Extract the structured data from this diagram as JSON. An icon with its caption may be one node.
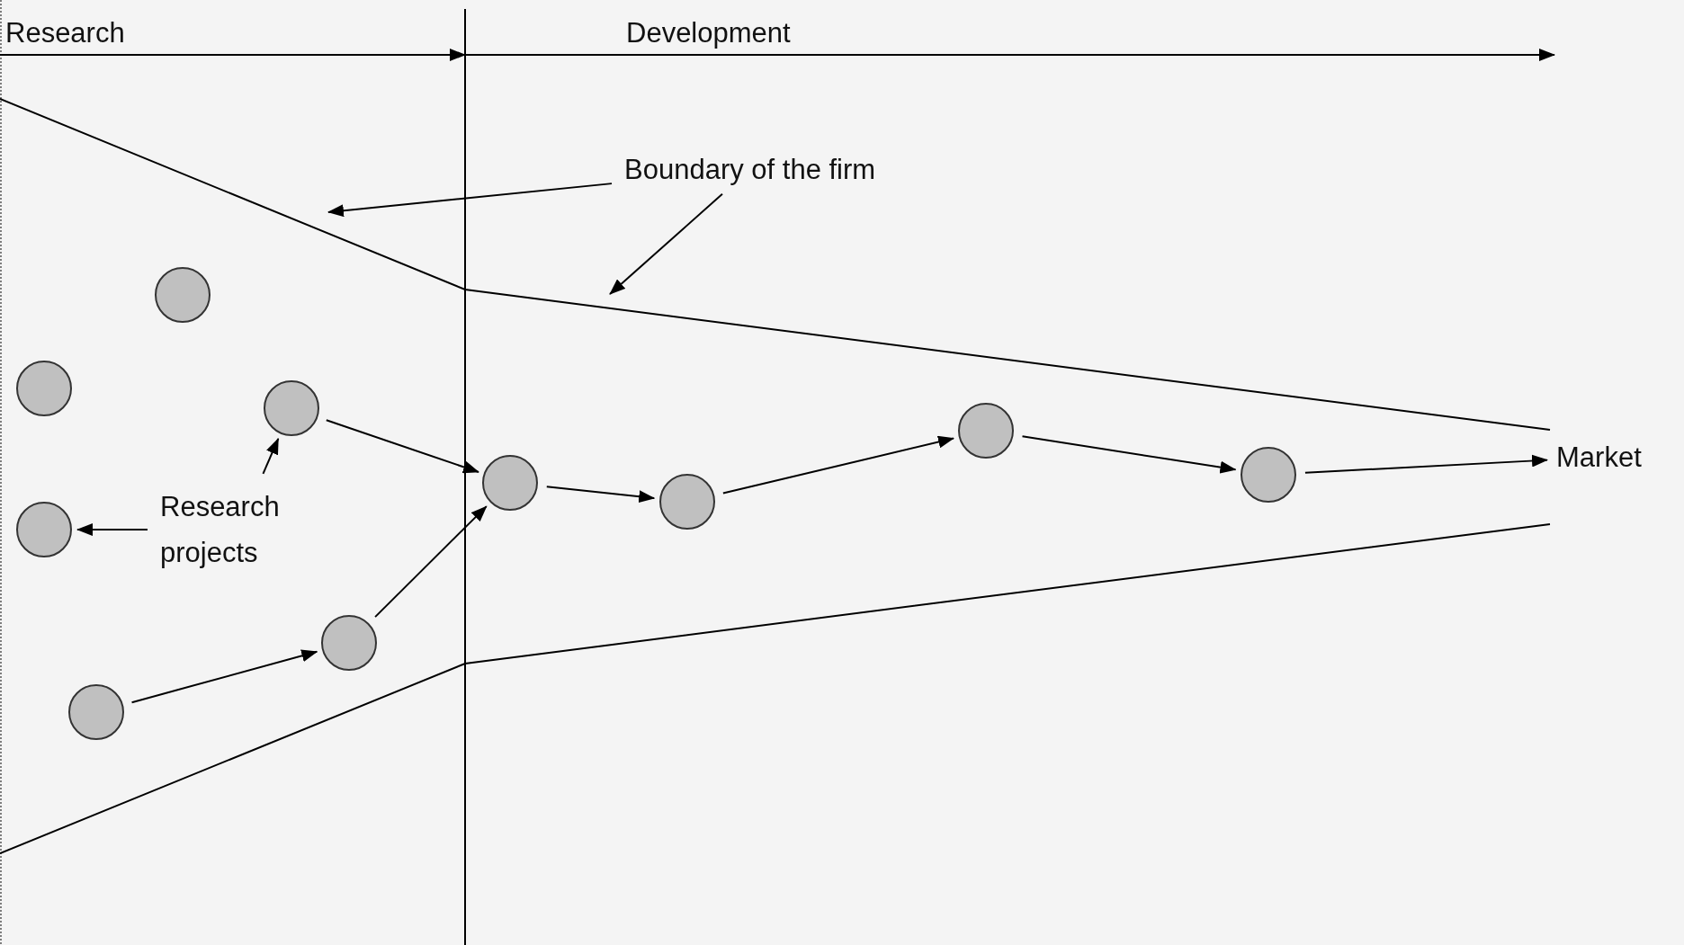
{
  "diagram": {
    "nodes": [
      {
        "text": [
          "Boundary of the firm"
        ]
      },
      {
        "text": [
          "Research projects"
        ]
      },
      {
        "text": [
          "Market"
        ]
      },
      {
        "text": [],
        "shape": "circle"
      },
      {
        "text": [],
        "shape": "circle"
      },
      {
        "text": [],
        "shape": "circle"
      },
      {
        "text": [],
        "shape": "circle"
      },
      {
        "text": [],
        "shape": "circle"
      },
      {
        "text": [],
        "shape": "circle"
      },
      {
        "text": [],
        "shape": "circle"
      },
      {
        "text": [],
        "shape": "circle"
      },
      {
        "text": [],
        "shape": "circle"
      },
      {
        "text": [],
        "shape": "circle"
      }
    ],
    "edges": [
      {
        "from": 7,
        "to": 9,
        "arrow": "to"
      },
      {
        "from": 8,
        "to": 9,
        "arrow": "to"
      },
      {
        "from": 5,
        "to": 8,
        "arrow": "to"
      },
      {
        "from": 9,
        "to": 10,
        "arrow": "to"
      },
      {
        "from": 10,
        "to": 11,
        "arrow": "to"
      },
      {
        "from": 11,
        "to": 12,
        "arrow": "to"
      },
      {
        "from": 12,
        "to": 2,
        "arrow": "to"
      },
      {
        "from": 1,
        "to": 7,
        "arrow": "to"
      },
      {
        "from": 1,
        "to": 4,
        "arrow": "to"
      },
      {
        "from": 0,
        "to": null,
        "arrow": "to"
      },
      {
        "from": 0,
        "to": null,
        "arrow": "to"
      }
    ],
    "labels": [
      "Research",
      "Development"
    ]
  }
}
